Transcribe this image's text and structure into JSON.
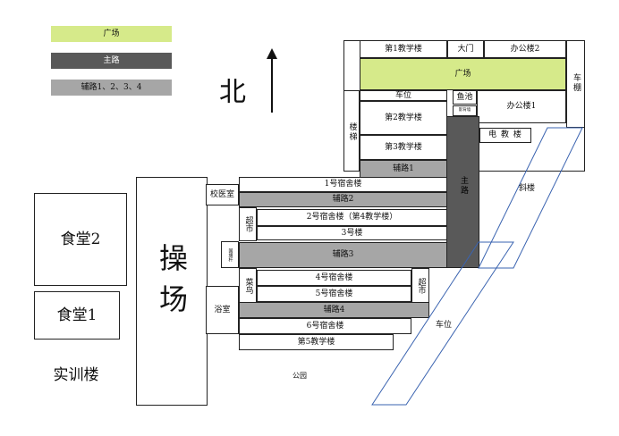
{
  "legend": {
    "plaza": {
      "label": "广场",
      "color": "#d6ea8a"
    },
    "main_road": {
      "label": "主路",
      "color": "#595959"
    },
    "aux_road": {
      "label": "辅路1、2、3、4",
      "color": "#a6a6a6"
    }
  },
  "compass": {
    "north": "北"
  },
  "buildings": {
    "teaching_1": "第1教学楼",
    "gate": "大门",
    "office_2": "办公楼2",
    "plaza": "广场",
    "garage": "车棚",
    "parking_top": "车位",
    "fish_pond": "鱼池",
    "screen_wall": "影背墙",
    "office_1": "办公楼1",
    "stairs": "楼梯",
    "teaching_2": "第2教学楼",
    "teaching_3": "第3教学楼",
    "aux_road_1": "辅路1",
    "main_road": "主路",
    "av_building": "电 教 楼",
    "slope_building": "斜楼",
    "clinic": "校医室",
    "dorm_1": "1号宿舍楼",
    "aux_road_2": "辅路2",
    "supermarket_left": "超市",
    "dorm_2": "2号宿舍楼（第4教学楼）",
    "building_3": "3号楼",
    "flagpole": "国旗杆",
    "aux_road_3": "辅路3",
    "vegetable_station": "菜鸟",
    "dorm_4": "4号宿舍楼",
    "dorm_5": "5号宿舍楼",
    "supermarket_right": "超市",
    "bathroom": "浴室",
    "aux_road_4": "辅路4",
    "dorm_6": "6号宿舍楼",
    "teaching_5": "第5教学楼",
    "park": "公园",
    "parking_bottom": "车位",
    "playground": "操场",
    "canteen_2": "食堂2",
    "canteen_1": "食堂1",
    "training_building": "实训楼"
  }
}
